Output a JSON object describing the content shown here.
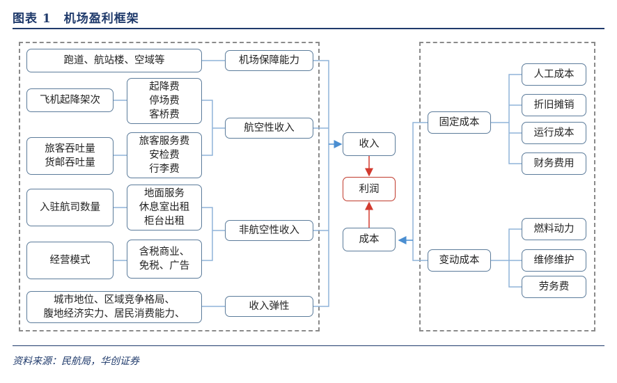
{
  "header": {
    "title": "图表 1　机场盈利框架"
  },
  "footer": {
    "source": "资料来源：民航局，华创证券"
  },
  "colors": {
    "line": "#8fb4d9",
    "arrow_blue": "#4a8ed1",
    "arrow_red": "#d23a2f",
    "box_border": "#5b7b9a",
    "title": "#1f3a6b"
  },
  "diagram": {
    "factors": {
      "runway": "跑道、航站楼、空域等",
      "takeoffs": "飞机起降架次",
      "passengers": "旅客吞吐量\n货邮吞吐量",
      "airlines": "入驻航司数量",
      "mode": "经营模式",
      "city": "城市地位、区域竞争格局、\n腹地经济实力、居民消费能力、"
    },
    "fees": {
      "landing": "起降费\n停场费\n客桥费",
      "pax": "旅客服务费\n安检费\n行李费",
      "ground": "地面服务\n休息室出租\n柜台出租",
      "retail": "含税商业、\n免税、广告"
    },
    "categories": {
      "capacity": "机场保障能力",
      "aero": "航空性收入",
      "nonaero": "非航空性收入",
      "elasticity": "收入弹性"
    },
    "center": {
      "revenue": "收入",
      "profit": "利润",
      "cost": "成本"
    },
    "cost_types": {
      "fixed": "固定成本",
      "variable": "变动成本"
    },
    "fixed_items": [
      "人工成本",
      "折旧摊销",
      "运行成本",
      "财务费用"
    ],
    "variable_items": [
      "燃料动力",
      "维修维护",
      "劳务费"
    ]
  }
}
